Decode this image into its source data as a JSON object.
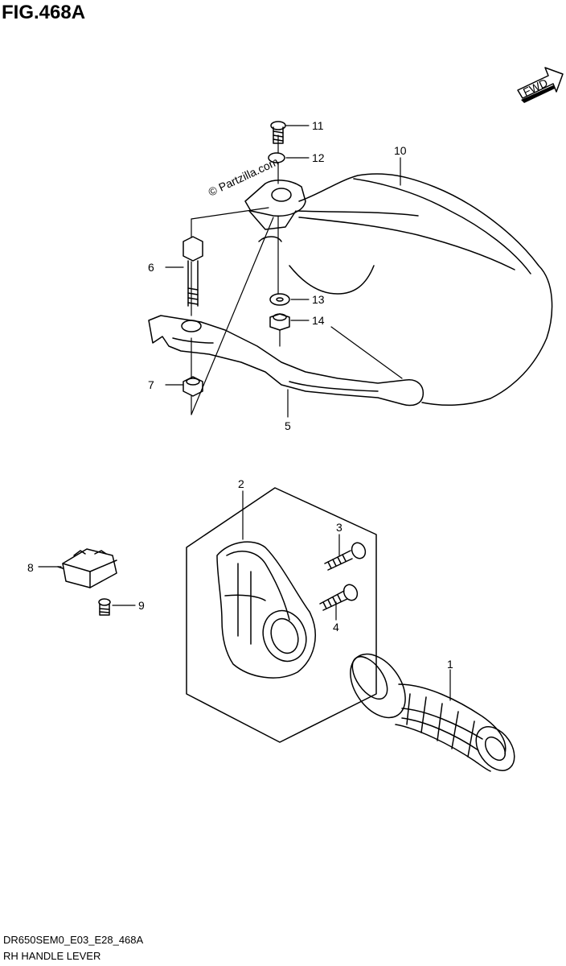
{
  "title": "FIG.468A",
  "fwd_label": "FWD",
  "watermark": "© Partzilla.com",
  "footer": {
    "code": "DR650SEM0_E03_E28_468A",
    "caption": "RH HANDLE LEVER"
  },
  "callouts": [
    "1",
    "2",
    "3",
    "4",
    "5",
    "6",
    "7",
    "8",
    "9",
    "10",
    "11",
    "12",
    "13",
    "14"
  ]
}
